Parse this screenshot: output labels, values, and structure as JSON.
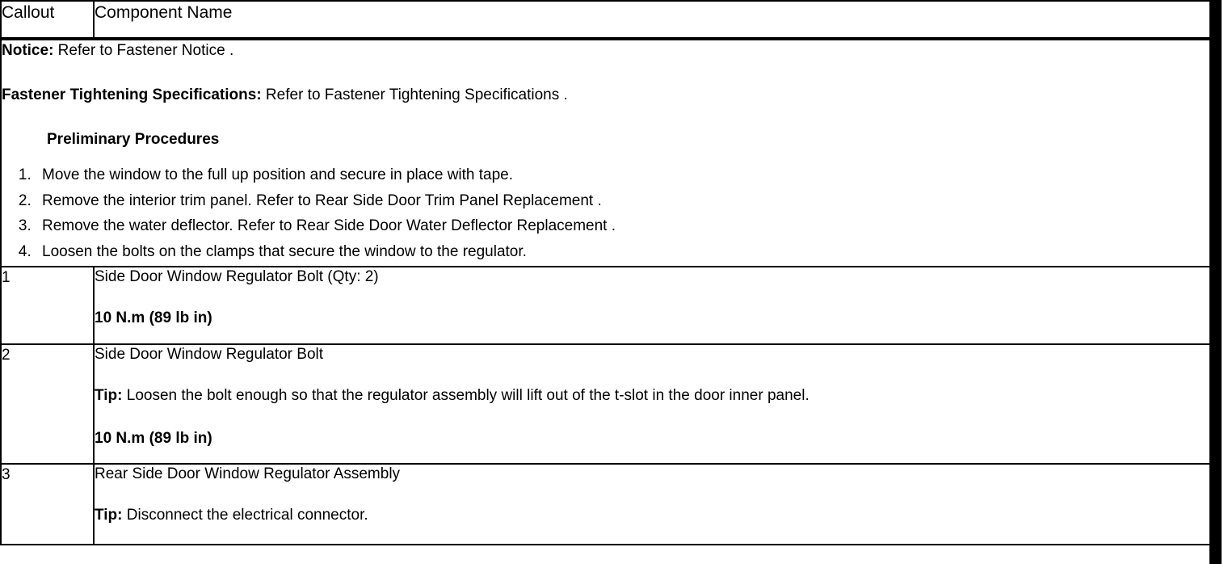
{
  "table": {
    "headers": {
      "callout": "Callout",
      "component_name": "Component Name"
    },
    "notice_block": {
      "notice_label": "Notice:",
      "notice_text": " Refer to Fastener Notice .",
      "fastener_spec_label": "Fastener Tightening Specifications:",
      "fastener_spec_text": " Refer to Fastener Tightening Specifications .",
      "preliminary_heading": "Preliminary Procedures",
      "steps": [
        "Move the window to the full up position and secure in place with tape.",
        "Remove the interior trim panel. Refer to Rear Side Door Trim Panel Replacement .",
        "Remove the water deflector. Refer to Rear Side Door Water Deflector Replacement .",
        "Loosen the bolts on the clamps that secure the window to the regulator."
      ]
    },
    "rows": [
      {
        "callout": "1",
        "name": "Side Door Window Regulator Bolt (Qty: 2)",
        "tip_label": "",
        "tip_text": "",
        "torque": "10 N.m (89 lb in)"
      },
      {
        "callout": "2",
        "name": "Side Door Window Regulator Bolt",
        "tip_label": "Tip:",
        "tip_text": " Loosen the bolt enough so that the regulator assembly will lift out of the t-slot in the door inner panel.",
        "torque": "10 N.m (89 lb in)"
      },
      {
        "callout": "3",
        "name": "Rear Side Door Window Regulator Assembly",
        "tip_label": "Tip:",
        "tip_text": " Disconnect the electrical connector.",
        "torque": ""
      }
    ]
  },
  "colors": {
    "text": "#000000",
    "border": "#000000",
    "background": "#ffffff"
  }
}
